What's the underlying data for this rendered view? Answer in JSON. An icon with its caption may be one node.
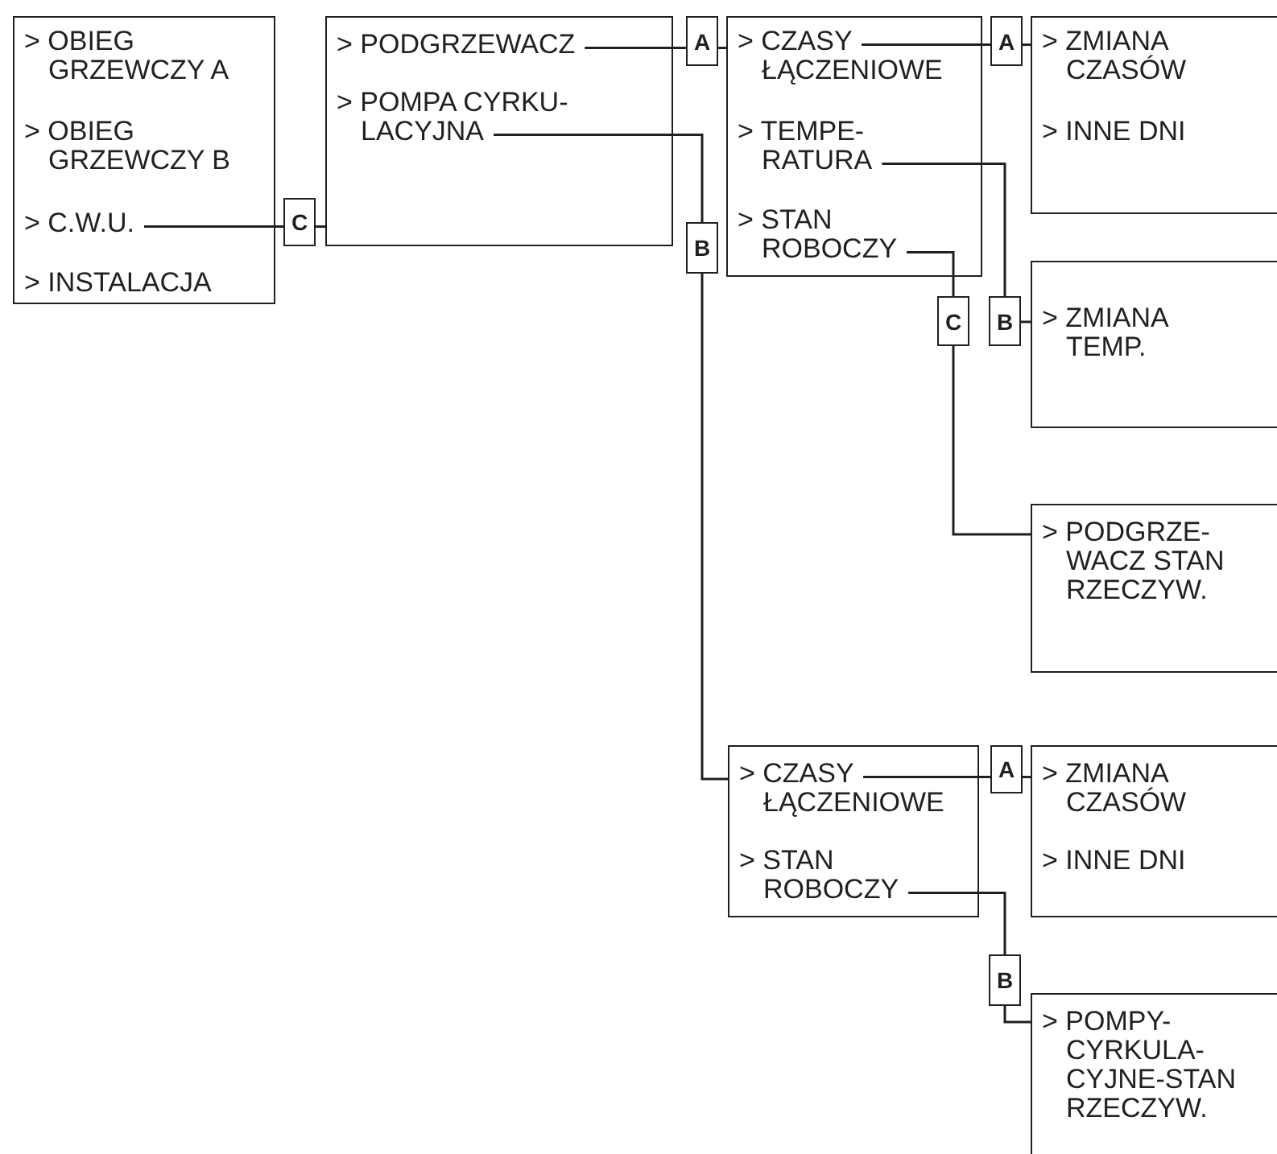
{
  "diagram": {
    "nodes": [
      {
        "text": [],
        "shape": "box"
      },
      {
        "text": [
          "> OBIEG GRZEWCZY A"
        ],
        "in": 0
      },
      {
        "text": [
          "> OBIEG GRZEWCZY B"
        ],
        "in": 0
      },
      {
        "text": [
          "> C.W.U."
        ],
        "in": 0
      },
      {
        "text": [
          "> INSTALACJA"
        ],
        "in": 0
      },
      {
        "text": [
          "C"
        ]
      },
      {
        "text": [],
        "shape": "box"
      },
      {
        "text": [
          "> PODGRZEWACZ"
        ],
        "in": 6
      },
      {
        "text": [
          "> POMPA CYRKU- LACYJNA"
        ],
        "in": 6
      },
      {
        "text": [
          "A"
        ]
      },
      {
        "text": [
          "B"
        ]
      },
      {
        "text": [],
        "shape": "box"
      },
      {
        "text": [
          "> CZASY ŁĄCZENIOWE"
        ],
        "in": 11
      },
      {
        "text": [
          "> TEMPE- RATURA"
        ],
        "in": 11
      },
      {
        "text": [
          "> STAN ROBOCZY"
        ],
        "in": 11
      },
      {
        "text": [
          "A"
        ]
      },
      {
        "text": [
          "C"
        ]
      },
      {
        "text": [
          "B"
        ]
      },
      {
        "text": [],
        "shape": "box"
      },
      {
        "text": [
          "> ZMIANA CZASÓW"
        ],
        "in": 18
      },
      {
        "text": [
          "> INNE DNI"
        ],
        "in": 18
      },
      {
        "text": [],
        "shape": "box"
      },
      {
        "text": [
          "> ZMIANA TEMP."
        ],
        "in": 21
      },
      {
        "text": [],
        "shape": "box"
      },
      {
        "text": [
          "> PODGRZE- WACZ STAN RZECZYW."
        ],
        "in": 23
      },
      {
        "text": [],
        "shape": "box"
      },
      {
        "text": [
          "> CZASY ŁĄCZENIOWE"
        ],
        "in": 25
      },
      {
        "text": [
          "> STAN ROBOCZY"
        ],
        "in": 25
      },
      {
        "text": [
          "A"
        ]
      },
      {
        "text": [
          "B"
        ]
      },
      {
        "text": [],
        "shape": "box"
      },
      {
        "text": [
          "> ZMIANA CZASÓW"
        ],
        "in": 30
      },
      {
        "text": [
          "> INNE DNI"
        ],
        "in": 30
      },
      {
        "text": [],
        "shape": "box"
      },
      {
        "text": [
          "> POMPY- CYRKULA- CYJNE-STAN RZECZYW."
        ],
        "in": 33
      }
    ],
    "edges": [
      {
        "from": 3,
        "to": 5,
        "arrow": "none"
      },
      {
        "from": 5,
        "to": 6,
        "arrow": "none"
      },
      {
        "from": 7,
        "to": 9,
        "arrow": "none"
      },
      {
        "from": 9,
        "to": 11,
        "arrow": "none"
      },
      {
        "from": 8,
        "to": 10,
        "arrow": "none"
      },
      {
        "from": 10,
        "to": 25,
        "arrow": "none"
      },
      {
        "from": 12,
        "to": 15,
        "arrow": "none"
      },
      {
        "from": 15,
        "to": 18,
        "arrow": "none"
      },
      {
        "from": 13,
        "to": 17,
        "arrow": "none"
      },
      {
        "from": 17,
        "to": 21,
        "arrow": "none"
      },
      {
        "from": 14,
        "to": 16,
        "arrow": "none"
      },
      {
        "from": 16,
        "to": 23,
        "arrow": "none"
      },
      {
        "from": 26,
        "to": 28,
        "arrow": "none"
      },
      {
        "from": 28,
        "to": 30,
        "arrow": "none"
      },
      {
        "from": 27,
        "to": 29,
        "arrow": "none"
      },
      {
        "from": 29,
        "to": 33,
        "arrow": "none"
      }
    ]
  }
}
